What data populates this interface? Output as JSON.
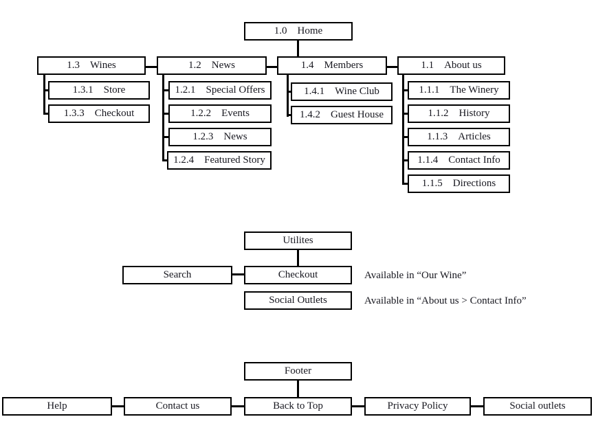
{
  "diagram": {
    "home": {
      "id": "1.0",
      "label": "Home"
    },
    "sections": [
      {
        "id": "1.3",
        "label": "Wines",
        "children": [
          {
            "id": "1.3.1",
            "label": "Store"
          },
          {
            "id": "1.3.3",
            "label": "Checkout"
          }
        ]
      },
      {
        "id": "1.2",
        "label": "News",
        "children": [
          {
            "id": "1.2.1",
            "label": "Special Offers"
          },
          {
            "id": "1.2.2",
            "label": "Events"
          },
          {
            "id": "1.2.3",
            "label": "News"
          },
          {
            "id": "1.2.4",
            "label": "Featured Story"
          }
        ]
      },
      {
        "id": "1.4",
        "label": "Members",
        "children": [
          {
            "id": "1.4.1",
            "label": "Wine Club"
          },
          {
            "id": "1.4.2",
            "label": "Guest House"
          }
        ]
      },
      {
        "id": "1.1",
        "label": "About us",
        "children": [
          {
            "id": "1.1.1",
            "label": "The Winery"
          },
          {
            "id": "1.1.2",
            "label": "History"
          },
          {
            "id": "1.1.3",
            "label": "Articles"
          },
          {
            "id": "1.1.4",
            "label": "Contact Info"
          },
          {
            "id": "1.1.5",
            "label": "Directions"
          }
        ]
      }
    ],
    "utilities": {
      "title": "Utilites",
      "search": "Search",
      "checkout": "Checkout",
      "social": "Social Outlets",
      "checkout_note": "Available in “Our Wine”",
      "social_note": "Available in “About us > Contact Info”"
    },
    "footer": {
      "title": "Footer",
      "items": [
        "Help",
        "Contact us",
        "Back to Top",
        "Privacy Policy",
        "Social outlets"
      ]
    },
    "colors": {
      "line": "#000000",
      "text": "#17171f",
      "background": "#ffffff"
    }
  }
}
